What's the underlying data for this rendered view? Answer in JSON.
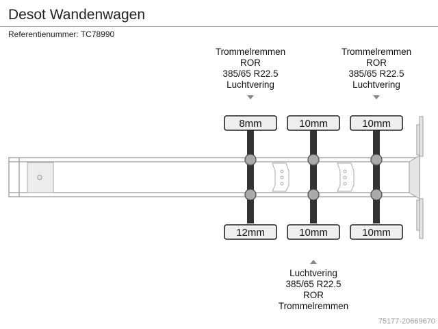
{
  "header": {
    "title": "Desot Wandenwagen",
    "reference": "Referentienummer: TC78990"
  },
  "labels": {
    "top_left": [
      "Trommelremmen",
      "ROR",
      "385/65 R22.5",
      "Luchtvering"
    ],
    "top_right": [
      "Trommelremmen",
      "ROR",
      "385/65 R22.5",
      "Luchtvering"
    ],
    "bottom_middle": [
      "Luchtvering",
      "385/65 R22.5",
      "ROR",
      "Trommelremmen"
    ]
  },
  "axles": [
    {
      "tire_top": "8mm",
      "tire_bottom": "12mm"
    },
    {
      "tire_top": "10mm",
      "tire_bottom": "10mm"
    },
    {
      "tire_top": "10mm",
      "tire_bottom": "10mm"
    }
  ],
  "footer": {
    "id": "75177-20669670"
  },
  "colors": {
    "axle": "#333333",
    "tire_fill": "#eeeeee",
    "hub": "#aaaaaa",
    "frame": "#999999"
  }
}
